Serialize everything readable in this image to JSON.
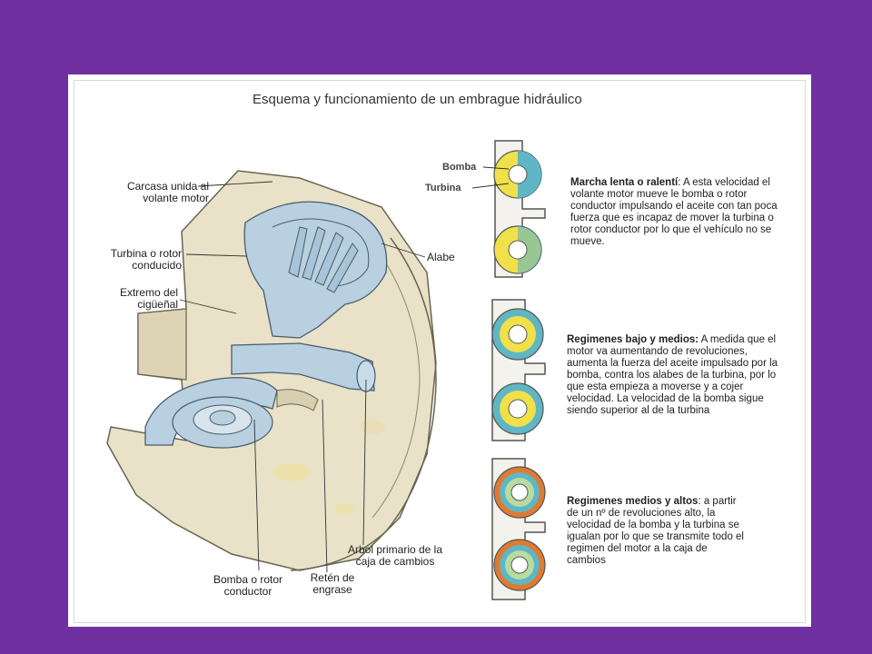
{
  "title": "Esquema y funcionamiento de un embrague hidráulico",
  "labels": {
    "carcasa": [
      "Carcasa unida al",
      "volante motor"
    ],
    "turbina_rotor": [
      "Turbina o rotor",
      "conducido"
    ],
    "extremo": [
      "Extremo del",
      "cigüeñal"
    ],
    "alabe": "Alabe",
    "bomba_rotor": [
      "Bomba o rotor",
      "conductor"
    ],
    "reten": [
      "Retén de",
      "engrase"
    ],
    "arbol": [
      "Arbol primario de la",
      "caja de cambios"
    ]
  },
  "small_labels": {
    "bomba": "Bomba",
    "turbina": "Turbina"
  },
  "descriptions": [
    {
      "heading": "Marcha lenta o ralentí",
      "body": ": A esta velocidad el volante motor mueve le bomba o rotor conductor impulsando el aceite con tan poca fuerza que es incapaz de mover la turbina o rotor conductor por lo que el vehículo no se mueve."
    },
    {
      "heading": "Regimenes bajo y medios:",
      "body": " A medida que el motor va aumentando de revoluciones, aumenta la fuerza del aceite impulsado por la bomba, contra los alabes de la turbina, por lo que esta empieza a moverse y a cojer velocidad. La velocidad de la bomba sigue siendo superior al de la turbina"
    },
    {
      "heading": "Regimenes medios y altos",
      "body": ": a partir de un nº de revoluciones alto, la velocidad de la bomba y la turbina se igualan por lo que se transmite todo el regimen del motor a la caja de cambios"
    }
  ],
  "colors": {
    "background": "#7030a0",
    "casing": "#e8e0c4",
    "fluid": "#b8d0e0",
    "yellow": "#f0e04a",
    "teal": "#5fb6c4",
    "orange": "#e07a30"
  }
}
